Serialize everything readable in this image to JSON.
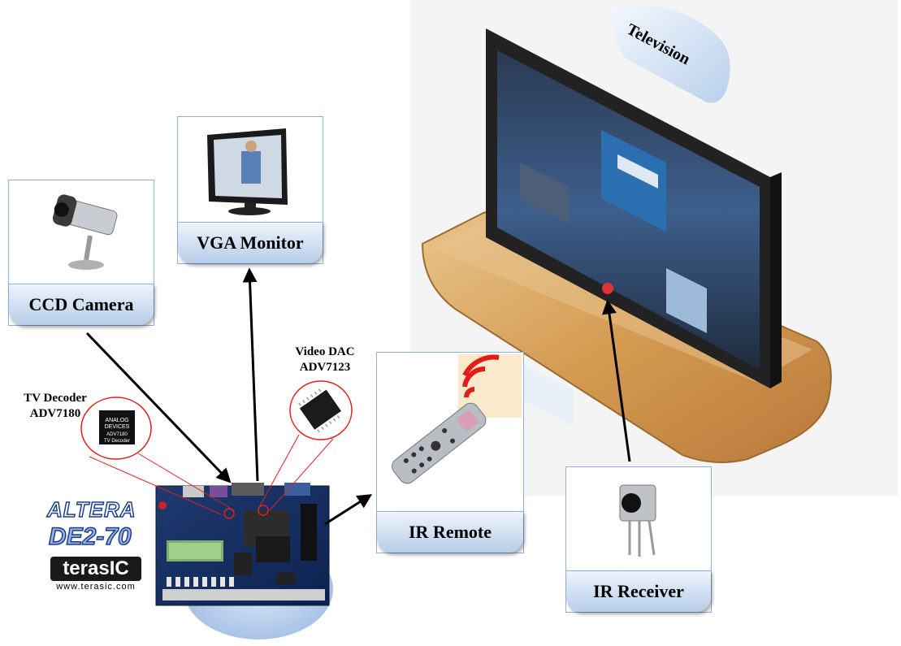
{
  "cards": {
    "ccd_camera": "CCD Camera",
    "vga_monitor": "VGA Monitor",
    "ir_remote": "IR Remote",
    "ir_receiver": "IR Receiver"
  },
  "television_label": "Television",
  "chips": {
    "tv_decoder_title": "TV Decoder",
    "tv_decoder_part": "ADV7180",
    "video_dac_title": "Video DAC",
    "video_dac_part": "ADV7123",
    "tv_decoder_chip_brand_1": "ANALOG",
    "tv_decoder_chip_brand_2": "DEVICES",
    "tv_decoder_chip_model": "ADV7180",
    "tv_decoder_chip_text": "TV Decoder"
  },
  "logos": {
    "altera": "ALTERA",
    "de2": "DE2-70",
    "terasic": "terasIC",
    "terasic_url": "www.terasic.com"
  },
  "colors": {
    "card_border": "#8fb0d8",
    "tab_gradient_top": "#eef4fc",
    "tab_gradient_bottom": "#b7cde9",
    "arrow": "#000000",
    "callout_circle": "#e02020"
  }
}
